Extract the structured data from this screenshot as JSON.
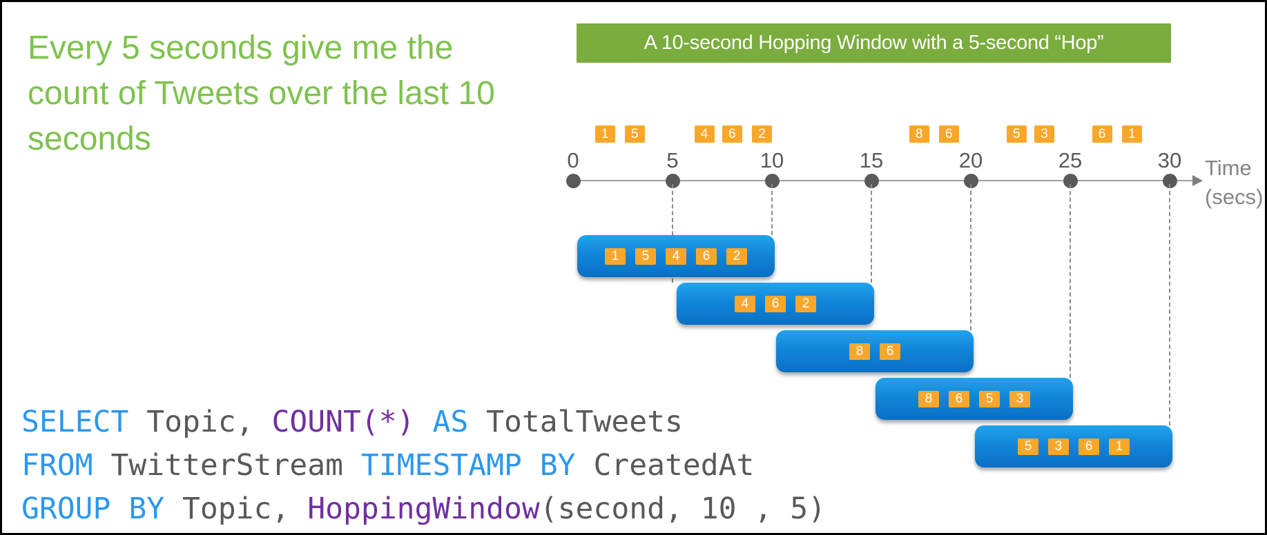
{
  "headline": {
    "text": "Every 5 seconds give me the\ncount of Tweets over the last 10\nseconds"
  },
  "banner": {
    "text": "A 10-second Hopping Window with a 5-second “Hop”"
  },
  "timeline": {
    "axis_label_line1": "Time",
    "axis_label_line2": "(secs)",
    "ticks": [
      0,
      5,
      10,
      15,
      20,
      25,
      30
    ],
    "stream_events": [
      {
        "value": 1,
        "time": 1.6
      },
      {
        "value": 5,
        "time": 3.1
      },
      {
        "value": 4,
        "time": 6.6
      },
      {
        "value": 6,
        "time": 8.0
      },
      {
        "value": 2,
        "time": 9.5
      },
      {
        "value": 8,
        "time": 17.4
      },
      {
        "value": 6,
        "time": 18.9
      },
      {
        "value": 5,
        "time": 22.3
      },
      {
        "value": 3,
        "time": 23.7
      },
      {
        "value": 6,
        "time": 26.6
      },
      {
        "value": 1,
        "time": 28.1
      }
    ]
  },
  "window_spec": {
    "size_seconds": 10,
    "hop_seconds": 5
  },
  "windows": [
    {
      "start": 0,
      "end": 10,
      "row": 0,
      "events": [
        1,
        5,
        4,
        6,
        2
      ]
    },
    {
      "start": 5,
      "end": 15,
      "row": 1,
      "events": [
        4,
        6,
        2
      ]
    },
    {
      "start": 10,
      "end": 20,
      "row": 2,
      "events": [
        8,
        6
      ]
    },
    {
      "start": 15,
      "end": 25,
      "row": 3,
      "events": [
        8,
        6,
        5,
        3
      ]
    },
    {
      "start": 20,
      "end": 30,
      "row": 4,
      "events": [
        5,
        3,
        6,
        1
      ]
    }
  ],
  "sql": {
    "lines": [
      [
        [
          "SELECT ",
          "kw"
        ],
        [
          "Topic, ",
          "id"
        ],
        [
          "COUNT(*) ",
          "fn"
        ],
        [
          "AS ",
          "kw"
        ],
        [
          "TotalTweets",
          "id"
        ]
      ],
      [
        [
          "FROM ",
          "kw"
        ],
        [
          "TwitterStream ",
          "id"
        ],
        [
          "TIMESTAMP BY ",
          "kw"
        ],
        [
          "CreatedAt",
          "id"
        ]
      ],
      [
        [
          "GROUP BY ",
          "kw"
        ],
        [
          "Topic, ",
          "id"
        ],
        [
          "HoppingWindow",
          "fn"
        ],
        [
          "(second, 10 , 5)",
          "id"
        ]
      ]
    ]
  },
  "colors": {
    "green_headline": "#7fc24d",
    "green_banner": "#7aac3e",
    "orange": "#f9a72b",
    "window_blue_top": "#22a3ec",
    "window_blue_bottom": "#0a6fc4",
    "sql_keyword": "#2b98f0",
    "sql_function": "#7030a0",
    "sql_identifier": "#595959"
  }
}
